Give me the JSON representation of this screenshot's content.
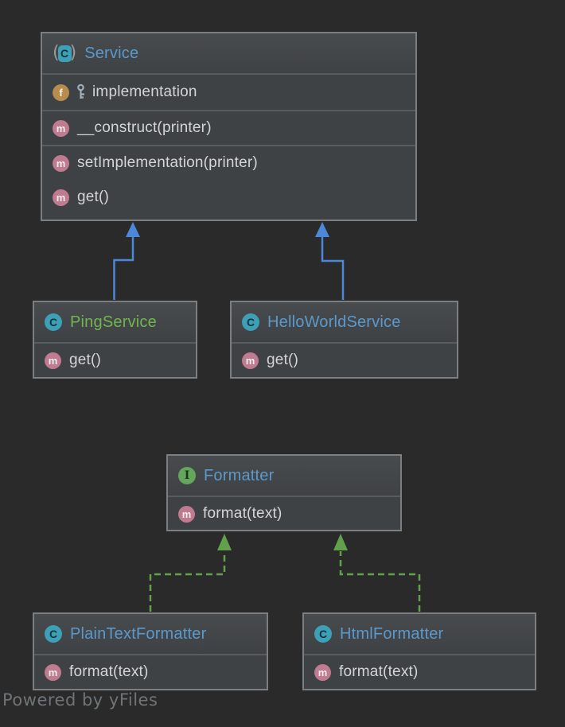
{
  "watermark": "Powered by yFiles",
  "colors": {
    "background": "#2a2a2a",
    "box_fill": "#3f4244",
    "box_border": "#7c7e80",
    "separator": "#595c5e",
    "class_name_blue": "#5b99cc",
    "class_name_green": "#70b54f",
    "member_text": "#d3d5d7",
    "class_icon_teal": "#3da0b6",
    "interface_icon_green": "#63a65c",
    "method_icon_pink": "#c07b90",
    "field_icon_gold": "#b78c4c",
    "key_icon_gray": "#9fb0bc",
    "extends_arrow_blue": "#4c87d8",
    "implements_arrow_green": "#61a14b",
    "watermark_gray": "#707476"
  },
  "icons": {
    "class_letter": "C",
    "interface_letter": "I",
    "method_letter": "m",
    "field_letter": "f",
    "abstract_paren_left": "(",
    "abstract_paren_right": ")"
  },
  "classes": [
    {
      "name": "Service",
      "kind": "abstract class",
      "members": [
        {
          "type": "field",
          "label": "implementation"
        },
        {
          "type": "method",
          "label": "__construct(printer)"
        },
        {
          "type": "method",
          "label": "setImplementation(printer)"
        },
        {
          "type": "method",
          "label": "get()"
        }
      ]
    },
    {
      "name": "PingService",
      "kind": "class",
      "members": [
        {
          "type": "method",
          "label": "get()"
        }
      ]
    },
    {
      "name": "HelloWorldService",
      "kind": "class",
      "members": [
        {
          "type": "method",
          "label": "get()"
        }
      ]
    },
    {
      "name": "Formatter",
      "kind": "interface",
      "members": [
        {
          "type": "method",
          "label": "format(text)"
        }
      ]
    },
    {
      "name": "PlainTextFormatter",
      "kind": "class",
      "members": [
        {
          "type": "method",
          "label": "format(text)"
        }
      ]
    },
    {
      "name": "HtmlFormatter",
      "kind": "class",
      "members": [
        {
          "type": "method",
          "label": "format(text)"
        }
      ]
    }
  ],
  "relations": [
    {
      "from": "PingService",
      "to": "Service",
      "type": "extends"
    },
    {
      "from": "HelloWorldService",
      "to": "Service",
      "type": "extends"
    },
    {
      "from": "PlainTextFormatter",
      "to": "Formatter",
      "type": "implements"
    },
    {
      "from": "HtmlFormatter",
      "to": "Formatter",
      "type": "implements"
    }
  ]
}
